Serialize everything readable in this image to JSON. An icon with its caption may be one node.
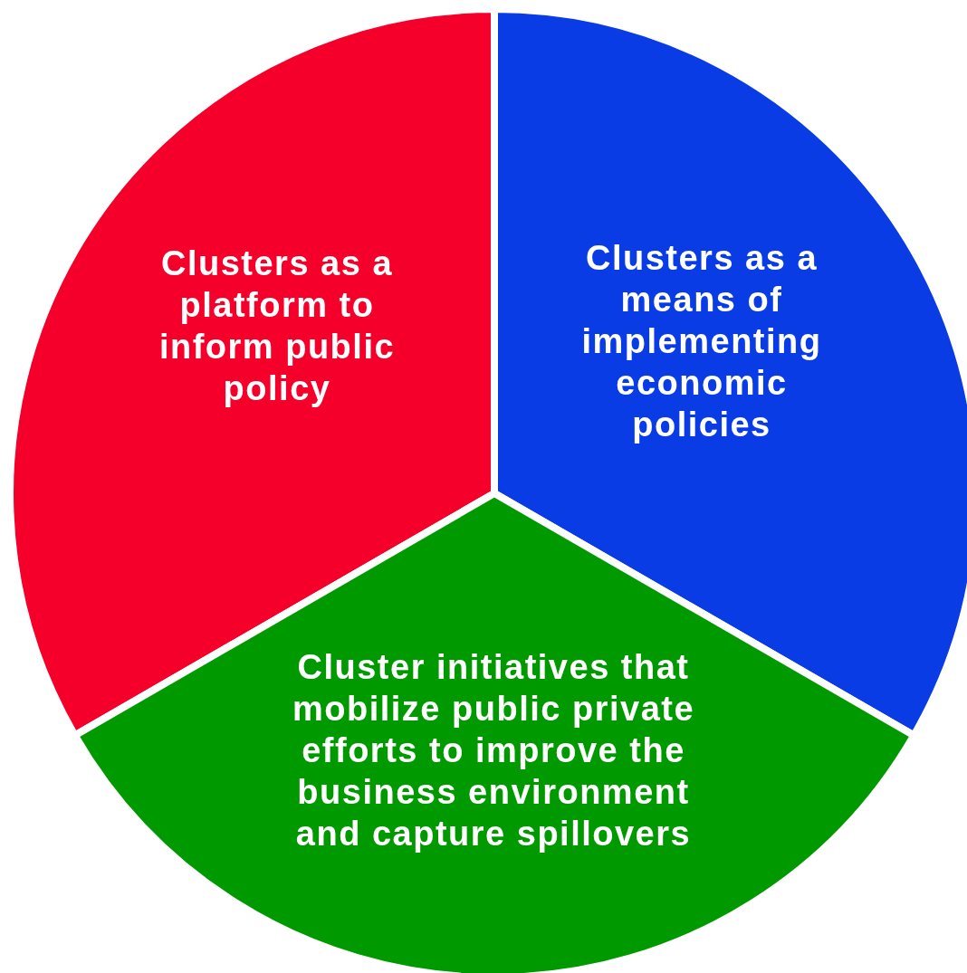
{
  "diagram": {
    "nodes": [
      {
        "text": [
          "Clusters as a platform to inform public policy"
        ]
      },
      {
        "text": [
          "Clusters as a means of implementing economic policies"
        ]
      },
      {
        "text": [
          "Cluster initiatives that mobilize public private efforts to improve the business environment and capture spillovers"
        ]
      }
    ]
  }
}
